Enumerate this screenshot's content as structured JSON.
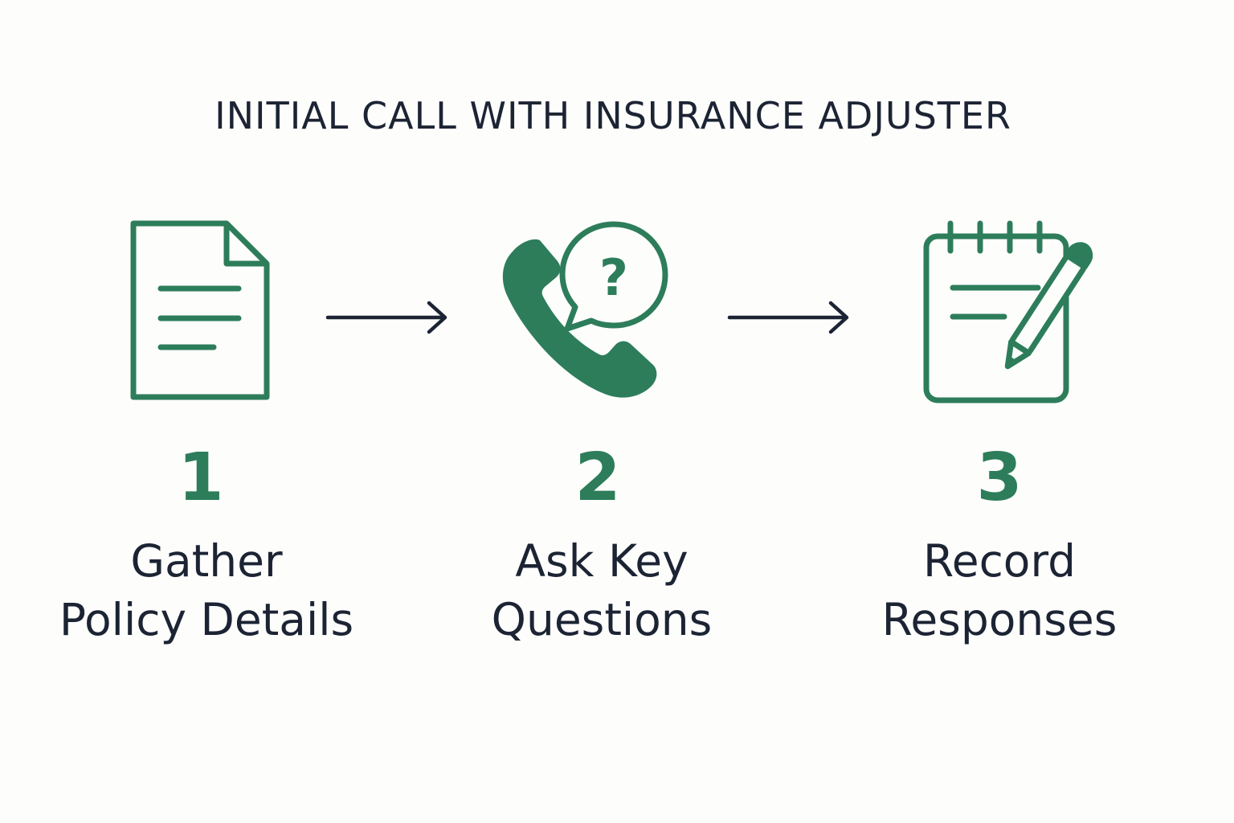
{
  "title": "INITIAL CALL WITH INSURANCE ADJUSTER",
  "colors": {
    "accent": "#2d7d5a",
    "text": "#1c2434",
    "background": "#fdfdfc"
  },
  "steps": [
    {
      "number": "1",
      "label_line1": "Gather",
      "label_line2": "Policy Details",
      "icon": "document-icon"
    },
    {
      "number": "2",
      "label_line1": "Ask Key",
      "label_line2": "Questions",
      "icon": "phone-question-icon"
    },
    {
      "number": "3",
      "label_line1": "Record",
      "label_line2": "Responses",
      "icon": "notepad-pencil-icon"
    }
  ]
}
